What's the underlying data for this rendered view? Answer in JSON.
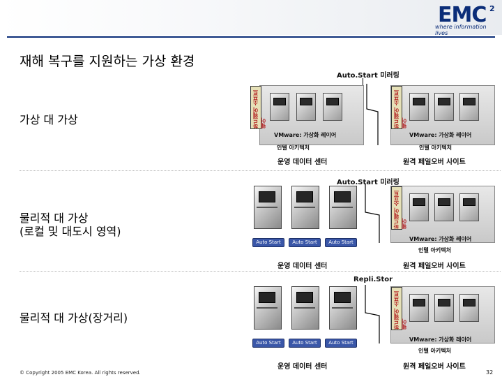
{
  "header": {
    "logo_text": "EMC",
    "logo_sup": "2",
    "tagline": "where information lives"
  },
  "title": "재해 복구를 지원하는 가상 환경",
  "sections": [
    {
      "left_label_lines": [
        "가상 대 가상"
      ],
      "top_label": "Auto.Start 미러링",
      "left_vertical": "하드웨어 소프트웨어",
      "right_vertical": "하드웨어 소프트웨어",
      "left_caption": "VMware: 가상화 레이어",
      "left_caption2": "인텔 아키텍처",
      "right_caption": "VMware: 가상화 레이어",
      "right_caption2": "인텔 아키텍처",
      "left_site": "운영 데이터 센터",
      "right_site": "원격 페일오버 사이트"
    },
    {
      "left_label_lines": [
        "물리적 대 가상",
        "(로컬 및 대도시 영역)"
      ],
      "top_label": "Auto.Start 미러링",
      "right_vertical": "하드웨어 소프트웨어",
      "auto_buttons": [
        "Auto Start",
        "Auto Start",
        "Auto Start"
      ],
      "right_caption": "VMware: 가상화 레이어",
      "right_caption2": "인텔 아키텍처",
      "left_site": "운영 데이터 센터",
      "right_site": "원격 페일오버 사이트"
    },
    {
      "left_label_lines": [
        "물리적 대 가상(장거리)"
      ],
      "top_label": "Repli.Stor",
      "right_vertical": "하드웨어 소프트웨어",
      "auto_buttons": [
        "Auto Start",
        "Auto Start",
        "Auto Start"
      ],
      "right_caption": "VMware: 가상화 레이어",
      "right_caption2": "인텔 아키텍처",
      "left_site": "운영 데이터 센터",
      "right_site": "원격 페일오버 사이트"
    }
  ],
  "footer": {
    "copyright": "© Copyright 2005 EMC Korea. All rights reserved.",
    "page": "32"
  }
}
